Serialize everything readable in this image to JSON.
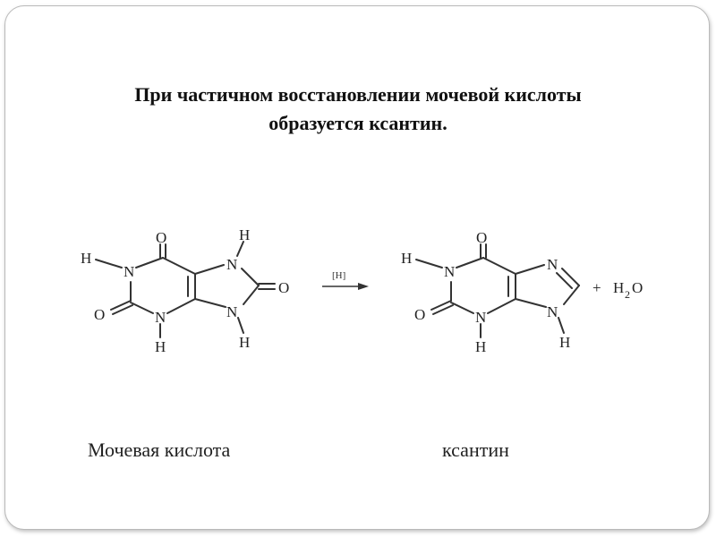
{
  "title": {
    "line1": "При частичном восстановлении мочевой кислоты",
    "line2": "образуется ксантин."
  },
  "reaction": {
    "reagent": "[H]",
    "plus": "+",
    "product2_h": "H",
    "product2_sub": "2",
    "product2_o": "O",
    "atoms": {
      "O": "O",
      "N": "N",
      "H": "H"
    }
  },
  "captions": {
    "left": "Мочевая кислота",
    "right": "ксантин"
  }
}
